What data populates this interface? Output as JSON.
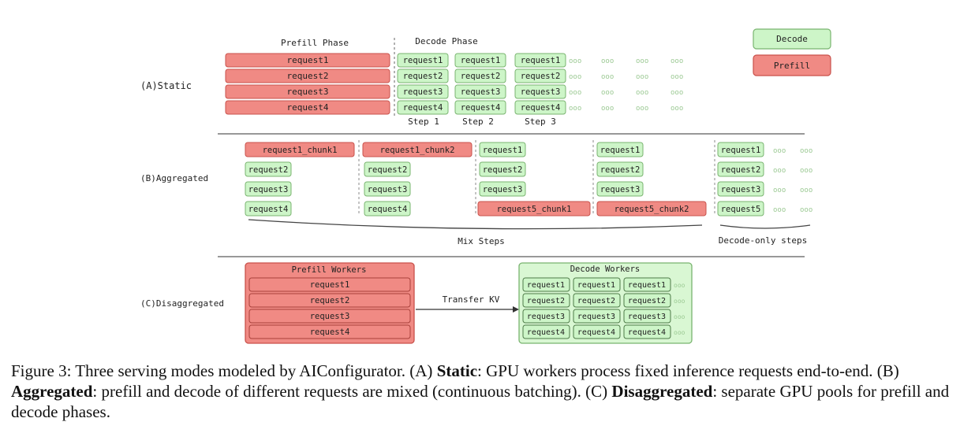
{
  "legend": {
    "decode": "Decode",
    "prefill": "Prefill"
  },
  "colors": {
    "prefill_fill": "#f08a84",
    "prefill_stroke": "#c9514b",
    "decode_fill": "#cdf5c8",
    "decode_stroke": "#79b46f",
    "decode_group_fill": "#d9f7d3",
    "prefill_group_fill": "#f08a84",
    "dots": "#9bc993",
    "text": "#222222",
    "line": "#888888"
  },
  "static": {
    "label": "(A)Static",
    "prefill_title": "Prefill Phase",
    "decode_title": "Decode Phase",
    "requests": [
      "request1",
      "request2",
      "request3",
      "request4"
    ],
    "steps": [
      "Step 1",
      "Step 2",
      "Step 3"
    ]
  },
  "aggregated": {
    "label": "(B)Aggregated",
    "columns": [
      [
        "request1_chunk1",
        "request2",
        "request3",
        "request4"
      ],
      [
        "request1_chunk2",
        "request2",
        "request3",
        "request4"
      ],
      [
        "request1",
        "request2",
        "request3",
        "request5_chunk1"
      ],
      [
        "request1",
        "request2",
        "request3",
        "request5_chunk2"
      ],
      [
        "request1",
        "request2",
        "request3",
        "request5"
      ]
    ],
    "mix_label": "Mix Steps",
    "decode_only_label": "Decode-only steps"
  },
  "disaggregated": {
    "label": "(C)Disaggregated",
    "prefill_title": "Prefill Workers",
    "decode_title": "Decode Workers",
    "transfer_label": "Transfer KV",
    "requests": [
      "request1",
      "request2",
      "request3",
      "request4"
    ]
  },
  "caption": {
    "figure": "Figure 3: Three serving modes modeled by AIConfigurator. (A) ",
    "static_bold": "Static",
    "static_text": ": GPU workers process fixed inference requests end-to-end.",
    "agg_prefix": "(B) ",
    "agg_bold": "Aggregated",
    "agg_text": ": prefill and decode of different requests are mixed (continuous batching). (C) ",
    "disagg_bold": "Disaggregated",
    "disagg_text": ": separate GPU pools for prefill and decode phases."
  }
}
